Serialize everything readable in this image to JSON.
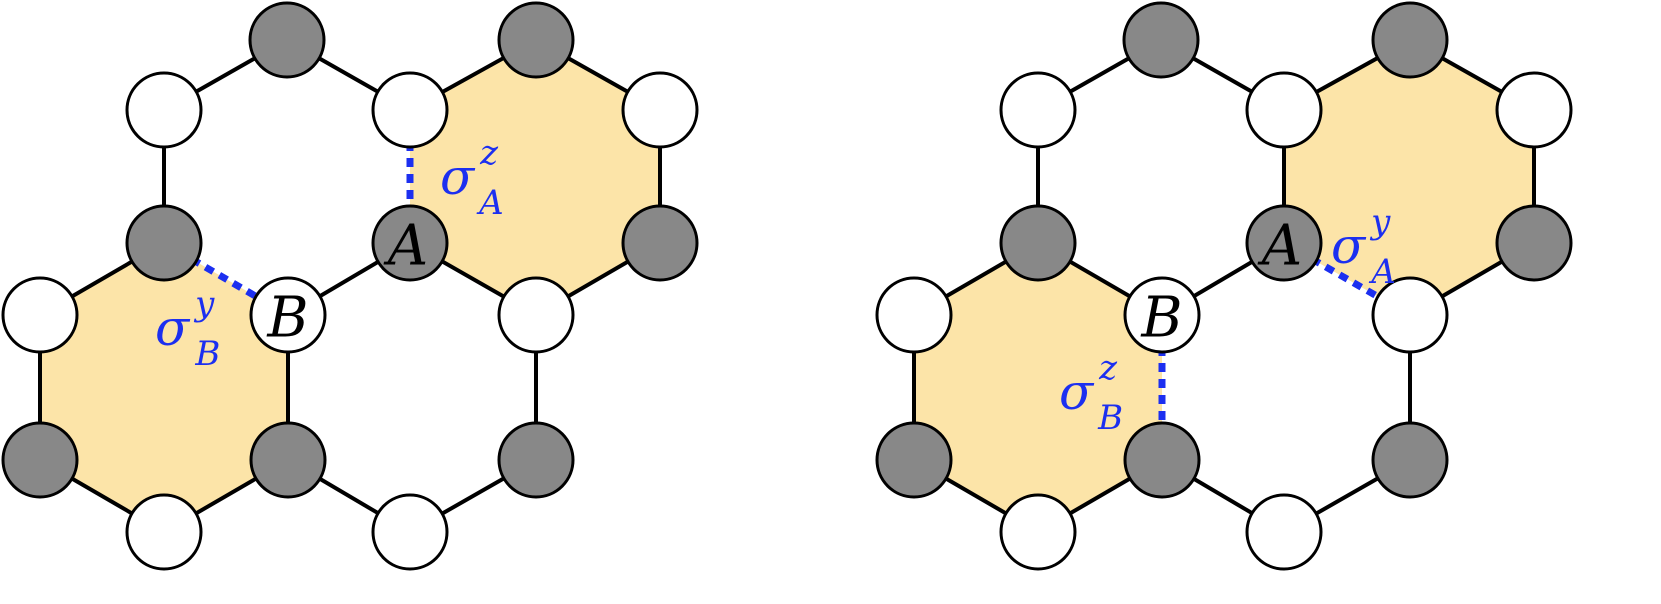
{
  "colors": {
    "plaquette_fill": "#fce4a8",
    "bond": "#000000",
    "dashed_bond": "#1c2ff0",
    "sublattice_filled": "#888888",
    "sublattice_empty": "#ffffff",
    "site_outline": "#000000",
    "label_blue": "#1c2ff0"
  },
  "panels": [
    {
      "site_labels": {
        "A": "A",
        "B": "B"
      },
      "operators": [
        {
          "symbol": "σ",
          "sup": "z",
          "sub": "A",
          "dashed_bond": "z"
        },
        {
          "symbol": "σ",
          "sup": "y",
          "sub": "B",
          "dashed_bond": "y"
        }
      ]
    },
    {
      "site_labels": {
        "A": "A",
        "B": "B"
      },
      "operators": [
        {
          "symbol": "σ",
          "sup": "y",
          "sub": "A",
          "dashed_bond": "y"
        },
        {
          "symbol": "σ",
          "sup": "z",
          "sub": "B",
          "dashed_bond": "z"
        }
      ]
    }
  ]
}
